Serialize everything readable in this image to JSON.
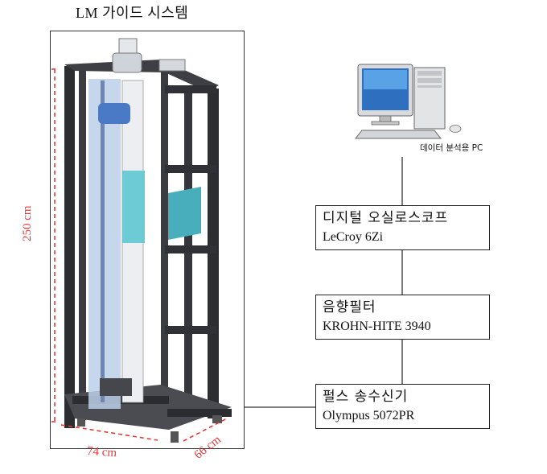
{
  "system": {
    "title": "LM 가이드 시스템"
  },
  "dimensions": {
    "height": "250 cm",
    "width": "74 cm",
    "depth": "66 cm"
  },
  "pc": {
    "label": "데이터 분석용 PC"
  },
  "devices": [
    {
      "name": "디지털 오실로스코프",
      "model": "LeCroy 6Zi"
    },
    {
      "name": "음향필터",
      "model": "KROHN-HITE 3940"
    },
    {
      "name": "펄스 송수신기",
      "model": "Olympus 5072PR"
    }
  ],
  "colors": {
    "accent_dimension": "#e03a3a",
    "frame_dark": "#2b2d31",
    "tube_blue": "#bcd0ea",
    "cyan_block": "#5ec7d2"
  }
}
